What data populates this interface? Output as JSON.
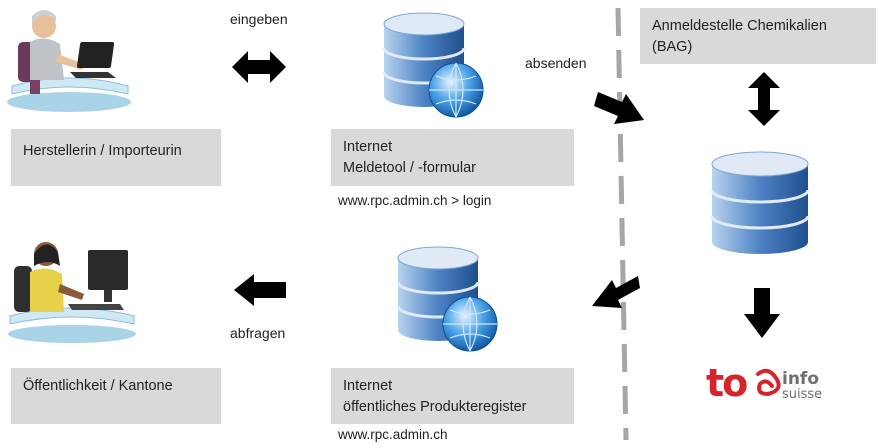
{
  "colors": {
    "box_fill": "#d9d9d9",
    "arrow": "#000000",
    "divider": "#a6a6a6",
    "tox_red": "#d7242a",
    "info_gray": "#6d6e71",
    "db_blue": "#4d82c4"
  },
  "icons": {
    "manufacturer": "person-at-computer-icon",
    "public": "person-at-computer-icon",
    "database": "database-icon",
    "globe": "globe-icon"
  },
  "labels": {
    "eingeben": "eingeben",
    "absenden": "absenden",
    "abfragen": "abfragen"
  },
  "boxes": {
    "manufacturer": "Herstellerin / Importeurin",
    "public": "Öffentlichkeit / Kantone",
    "meldetool_line1": "Internet",
    "meldetool_line2": "Meldetool / -formular",
    "register_line1": "Internet",
    "register_line2": "öffentliches Produkteregister",
    "bag_line1": "Anmeldestelle Chemikalien",
    "bag_line2": "(BAG)"
  },
  "urls": {
    "meldetool": "www.rpc.admin.ch > login",
    "register": "www.rpc.admin.ch"
  },
  "logo": {
    "tox": "tox",
    "info": "info",
    "suisse": "suisse"
  }
}
